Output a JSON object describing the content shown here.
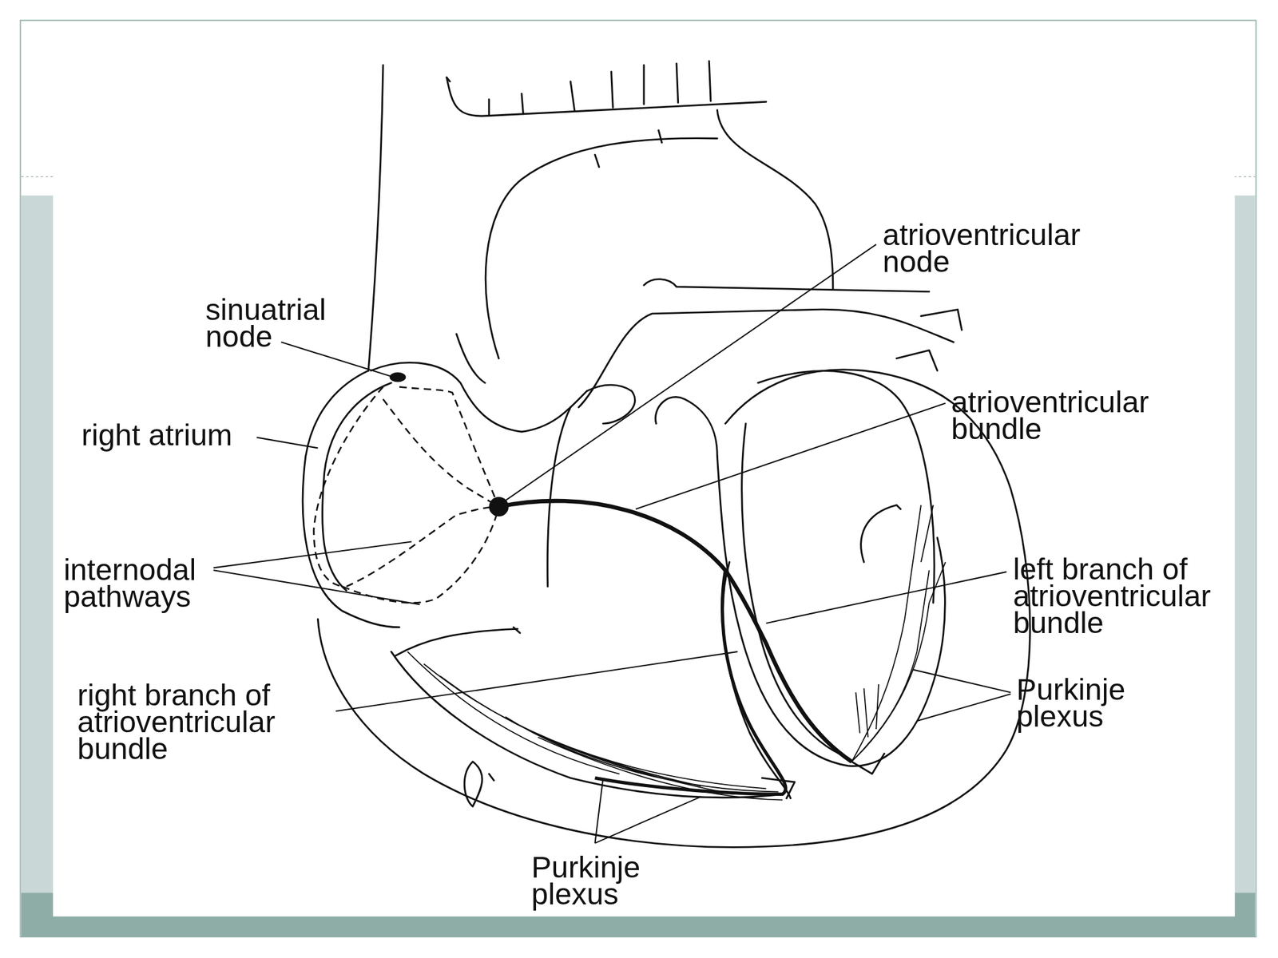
{
  "diagram": {
    "labels": [
      "sinuatrial node",
      "right atrium",
      "internodal pathways",
      "right branch of atrioventricular bundle",
      "atrioventricular node",
      "atrioventricular bundle",
      "left branch of atrioventricular bundle",
      "Purkinje plexus",
      "Purkinje plexus"
    ]
  }
}
